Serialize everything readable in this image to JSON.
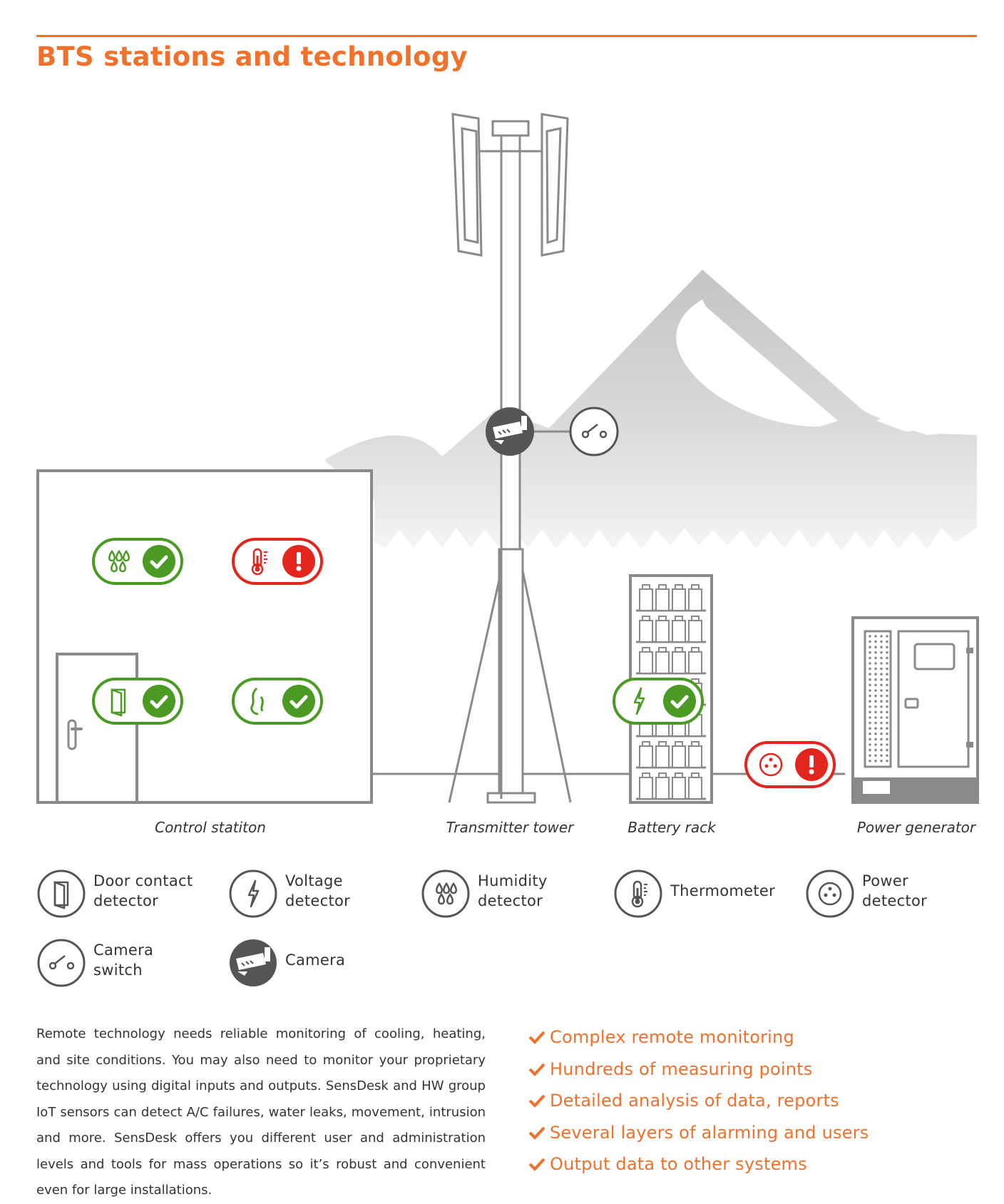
{
  "title": "BTS stations and technology",
  "colors": {
    "accent": "#f0712c",
    "ok": "#4a9a23",
    "alarm": "#e3261d",
    "line": "#8a8a8a",
    "dark": "#555555"
  },
  "scene": {
    "labels": {
      "control_station": "Control statiton",
      "transmitter_tower": "Transmitter tower",
      "battery_rack": "Battery rack",
      "power_generator": "Power generator"
    },
    "status_badges": [
      {
        "sensor": "humidity-icon",
        "status": "ok"
      },
      {
        "sensor": "thermometer-icon",
        "status": "alarm"
      },
      {
        "sensor": "door-contact-icon",
        "status": "ok"
      },
      {
        "sensor": "flame-icon",
        "status": "ok"
      },
      {
        "sensor": "voltage-icon",
        "status": "ok"
      },
      {
        "sensor": "power-socket-icon",
        "status": "alarm"
      }
    ]
  },
  "legend": [
    {
      "icon": "door-contact-icon",
      "label": "Door contact\ndetector"
    },
    {
      "icon": "voltage-icon",
      "label": "Voltage\ndetector"
    },
    {
      "icon": "humidity-icon",
      "label": "Humidity\ndetector"
    },
    {
      "icon": "thermometer-icon",
      "label": "Thermometer"
    },
    {
      "icon": "power-socket-icon",
      "label": "Power\ndetector"
    },
    {
      "icon": "camera-switch-icon",
      "label": "Camera\nswitch"
    },
    {
      "icon": "camera-icon",
      "label": "Camera"
    }
  ],
  "description": "Remote technology needs reliable monitoring of cooling, heating, and site conditions. You may also need to monitor your proprietary technology using digital inputs and outputs. SensDesk and HW group IoT sensors can detect A/C failures, water leaks, movement, intrusion and more. SensDesk offers you different user and administration levels and tools for mass operations so it’s robust and convenient even for large installations.",
  "features": [
    "Complex remote monitoring",
    "Hundreds of measuring points",
    "Detailed analysis of data, reports",
    "Several layers of alarming and users",
    "Output data to other systems"
  ]
}
